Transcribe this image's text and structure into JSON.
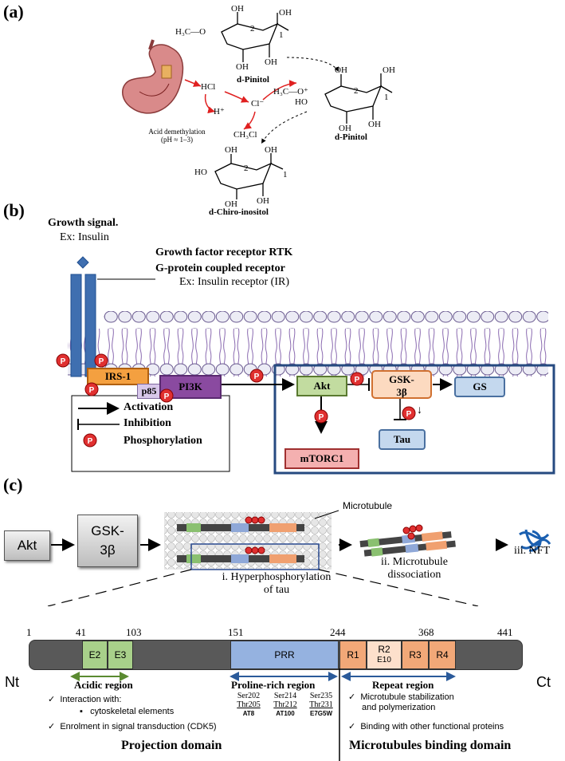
{
  "panel_a": {
    "label": "(a)",
    "stomach_caption_line1": "Acid demethylation",
    "stomach_caption_line2": "(pH ≈ 1–3)",
    "hcl": "HCl",
    "hplus": "H⁺",
    "clminus": "Cl⁻",
    "ch3cl": "CH₃Cl",
    "methoxy1": "H₃C—O",
    "methoxy2": "H₃C—O⁺",
    "pinitol_label_1": "d-Pinitol",
    "pinitol_label_2": "d-Pinitol",
    "chiro_label": "d-Chiro-inositol",
    "oh": "OH",
    "ho": "HO",
    "num1": "1",
    "num2": "2"
  },
  "panel_b": {
    "label": "(b)",
    "growth_signal": "Growth signal.",
    "ex_insulin": "Ex: Insulin",
    "rtk": "Growth factor receptor RTK",
    "gpcr": "G-protein coupled receptor",
    "ir": "Ex: Insulin receptor (IR)",
    "irs1": "IRS-1",
    "p85": "p85",
    "pi3k": "PI3K",
    "akt": "Akt",
    "gsk3b_line1": "GSK-",
    "gsk3b_line2": "3β",
    "gs": "GS",
    "tau": "Tau",
    "mtorc1": "mTORC1",
    "p": "P",
    "p_down": "↓",
    "legend": {
      "activation": "Activation",
      "inhibition": "Inhibition",
      "phosphorylation": "Phosphorylation"
    }
  },
  "panel_c": {
    "label": "(c)",
    "akt": "Akt",
    "gsk3b_line1": "GSK-",
    "gsk3b_line2": "3β",
    "microtubule": "Microtubule",
    "step1_line1": "i. Hyperphosphorylation",
    "step1_line2": "of tau",
    "step2_line1": "ii. Microtubule",
    "step2_line2": "dissociation",
    "step3": "iii. NFT",
    "positions": [
      "1",
      "41",
      "103",
      "151",
      "244",
      "368",
      "441"
    ],
    "segments": {
      "e2": "E2",
      "e3": "E3",
      "prr": "PRR",
      "r1": "R1",
      "r2": "R2",
      "e10": "E10",
      "r3": "R3",
      "r4": "R4"
    },
    "nt": "Nt",
    "ct": "Ct",
    "acidic": "Acidic region",
    "proline": "Proline-rich region",
    "repeat": "Repeat region",
    "sites": [
      {
        "top": "Ser202",
        "mid": "Thr205",
        "ab": "AT8"
      },
      {
        "top": "Ser214",
        "mid": "Thr212",
        "ab": "AT100"
      },
      {
        "top": "Ser235",
        "mid": "Thr231",
        "ab": "E7G5W"
      }
    ],
    "proj_items": {
      "i1": "Interaction with:",
      "i1_sub": "cytoskeletal elements",
      "i2": "Enrolment in signal transduction (CDK5)"
    },
    "mbd_items": {
      "i1_line1": "Microtubule stabilization",
      "i1_line2": "and polymerization",
      "i2": "Binding with other functional proteins"
    },
    "check": "✓",
    "bullet": "▪",
    "projection_domain": "Projection domain",
    "mt_binding_domain": "Microtubules binding domain"
  }
}
